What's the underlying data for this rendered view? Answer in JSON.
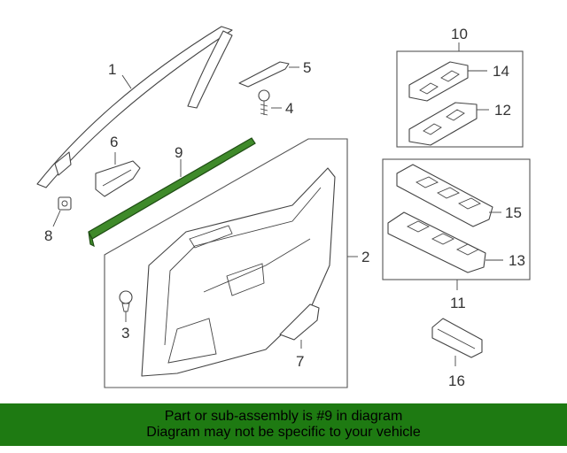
{
  "callouts": {
    "c1": "1",
    "c2": "2",
    "c3": "3",
    "c4": "4",
    "c5": "5",
    "c6": "6",
    "c7": "7",
    "c8": "8",
    "c9": "9",
    "c10": "10",
    "c11": "11",
    "c12": "12",
    "c13": "13",
    "c14": "14",
    "c15": "15",
    "c16": "16"
  },
  "highlight": {
    "part": "9",
    "color": "#3f8a2a"
  },
  "banner": {
    "line1": "Part or sub-assembly is #9 in diagram",
    "line2": "Diagram may not be specific to your vehicle",
    "background": "#1e7a12"
  }
}
